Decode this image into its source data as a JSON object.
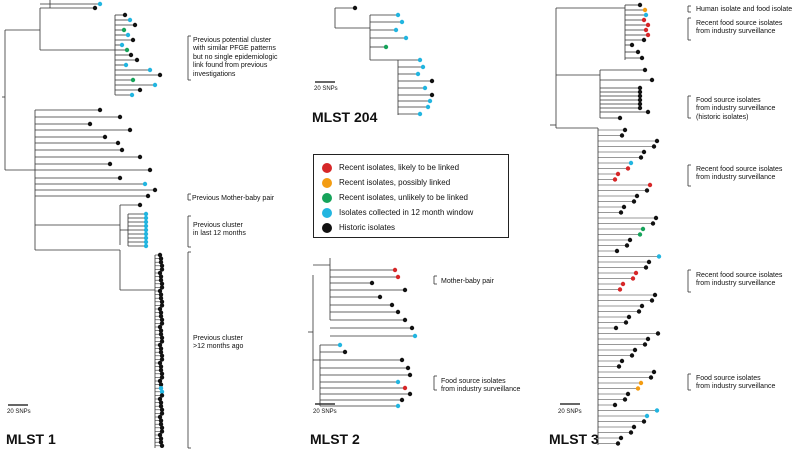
{
  "colors": {
    "recent_linked": "#d62728",
    "recent_possible": "#f39c12",
    "recent_unlikely": "#16a35a",
    "window_12m": "#22b5e0",
    "historic": "#111111",
    "branch": "#333333"
  },
  "legend": [
    {
      "label": "Recent isolates, likely to be linked",
      "color_key": "recent_linked"
    },
    {
      "label": "Recent isolates, possibly linked",
      "color_key": "recent_possible"
    },
    {
      "label": "Recent isolates, unlikely to be linked",
      "color_key": "recent_unlikely"
    },
    {
      "label": "Isolates collected in 12 month window",
      "color_key": "window_12m"
    },
    {
      "label": "Historic isolates",
      "color_key": "historic"
    }
  ],
  "panels": {
    "mlst1": {
      "title": "MLST 1",
      "scale_label": "20 SNPs",
      "annotations": [
        "Previous potential cluster\nwith similar PFGE patterns\nbut no single epidemiologic\nlink found from previous\ninvestigations",
        "Previous Mother-baby pair",
        "Previous cluster\nin last 12 months",
        "Previous cluster\n>12 months ago"
      ]
    },
    "mlst204": {
      "title": "MLST 204",
      "scale_label": "20 SNPs"
    },
    "mlst2": {
      "title": "MLST 2",
      "scale_label": "20 SNPs",
      "annotations": [
        "Mother-baby pair",
        "Food source isolates\nfrom industry surveillance"
      ]
    },
    "mlst3": {
      "title": "MLST 3",
      "scale_label": "20 SNPs",
      "annotations": [
        "Human isolate and food isolate",
        "Recent food source isolates\nfrom industry surveillance",
        "Food source isolates\nfrom industry surveillance\n(historic isolates)",
        "Recent food source isolates\nfrom industry surveillance",
        "Recent food source isolates\nfrom industry surveillance",
        "Food source isolates\nfrom industry surveillance"
      ]
    }
  }
}
